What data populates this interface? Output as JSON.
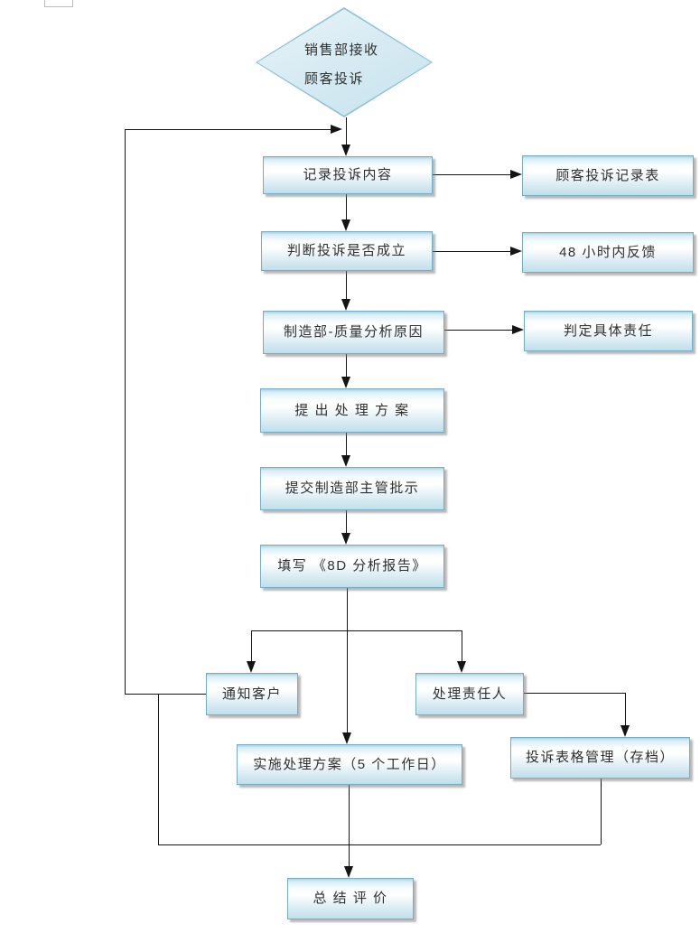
{
  "diagram": {
    "start": {
      "line1": "销售部接收",
      "line2": "顾客投诉"
    },
    "nodes": {
      "record": "记录投诉内容",
      "record_form": "顾客投诉记录表",
      "judge": "判断投诉是否成立",
      "feedback48": "48 小时内反馈",
      "analyze": "制造部-质量分析原因",
      "determine": "判定具体责任",
      "propose": "提 出 处 理 方 案",
      "submit": "提交制造部主管批示",
      "report": "填写 《8D 分析报告》",
      "notify": "通知客户",
      "responsible": "处理责任人",
      "implement": "实施处理方案（5 个工作日）",
      "archive": "投诉表格管理（存档）",
      "summary": "总 结 评 价"
    },
    "edges": [
      {
        "from": "start",
        "to": "record"
      },
      {
        "from": "record",
        "to": "record_form"
      },
      {
        "from": "record",
        "to": "judge"
      },
      {
        "from": "judge",
        "to": "feedback48"
      },
      {
        "from": "judge",
        "to": "analyze"
      },
      {
        "from": "analyze",
        "to": "determine"
      },
      {
        "from": "analyze",
        "to": "propose"
      },
      {
        "from": "propose",
        "to": "submit"
      },
      {
        "from": "submit",
        "to": "report"
      },
      {
        "from": "report",
        "to": "notify"
      },
      {
        "from": "report",
        "to": "implement"
      },
      {
        "from": "report",
        "to": "responsible"
      },
      {
        "from": "notify",
        "to": "record"
      },
      {
        "from": "responsible",
        "to": "archive"
      },
      {
        "from": "notify",
        "to": "summary"
      },
      {
        "from": "implement",
        "to": "summary"
      },
      {
        "from": "archive",
        "to": "summary"
      }
    ],
    "colors": {
      "box_border": "#74aec5",
      "box_fill_top": "#a9d3e1",
      "box_fill_middle": "#ffffff",
      "box_fill_bottom": "#c0dfea",
      "diamond_fill": "#d8ebf3",
      "shadow": "#7d7d7d",
      "connector": "#141414",
      "text": "#303030",
      "background": "#ffffff"
    }
  }
}
